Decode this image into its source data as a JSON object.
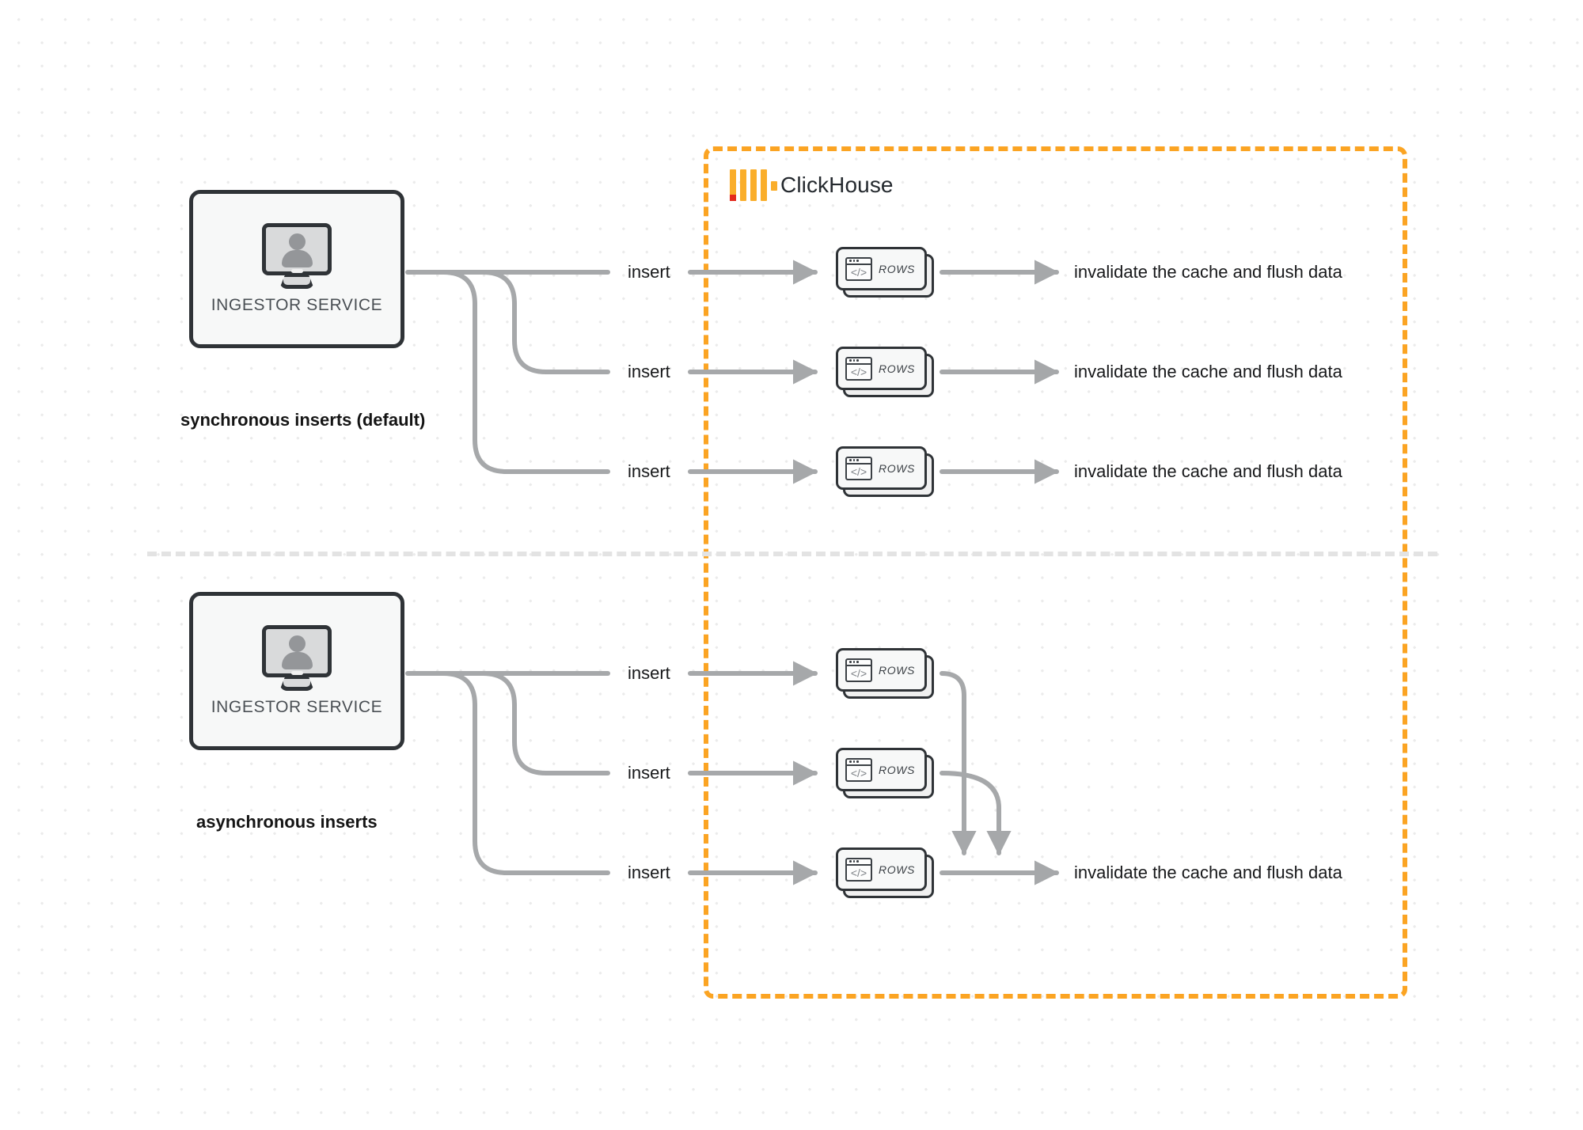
{
  "diagram": {
    "title": "ClickHouse synchronous vs asynchronous inserts",
    "colors": {
      "boundary": "#FBA423",
      "logo_bar": "#FAAE2B",
      "logo_accent": "#E42A1D",
      "wire": "#a6a8aa",
      "node_border": "#2f3337",
      "node_fill": "#f7f8f8",
      "divider": "#e3e3e3",
      "background": "#ffffff"
    }
  },
  "clickhouse_boundary": {
    "brand_name": "ClickHouse",
    "logo_icon": "clickhouse-logo-icon"
  },
  "sections": [
    {
      "id": "sync",
      "caption": "synchronous inserts (default)",
      "source": {
        "label": "INGESTOR SERVICE",
        "icon": "monitor-user-icon"
      },
      "edges": [
        {
          "label": "insert"
        },
        {
          "label": "insert"
        },
        {
          "label": "insert"
        }
      ],
      "nodes": [
        {
          "label": "ROWS",
          "icon": "code-window-icon"
        },
        {
          "label": "ROWS",
          "icon": "code-window-icon"
        },
        {
          "label": "ROWS",
          "icon": "code-window-icon"
        }
      ],
      "sinks": [
        {
          "label": "invalidate the cache and flush data"
        },
        {
          "label": "invalidate the cache and flush data"
        },
        {
          "label": "invalidate the cache and flush data"
        }
      ]
    },
    {
      "id": "async",
      "caption": "asynchronous inserts",
      "source": {
        "label": "INGESTOR SERVICE",
        "icon": "monitor-user-icon"
      },
      "edges": [
        {
          "label": "insert"
        },
        {
          "label": "insert"
        },
        {
          "label": "insert"
        }
      ],
      "nodes": [
        {
          "label": "ROWS",
          "icon": "code-window-icon"
        },
        {
          "label": "ROWS",
          "icon": "code-window-icon"
        },
        {
          "label": "ROWS",
          "icon": "code-window-icon"
        }
      ],
      "sinks": [
        {
          "label": "invalidate the cache and flush data"
        }
      ]
    }
  ]
}
